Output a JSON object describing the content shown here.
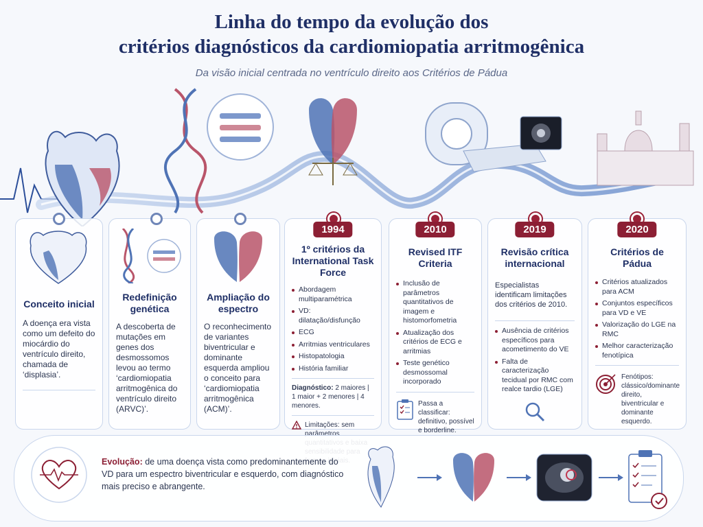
{
  "title": {
    "line1": "Linha do tempo da evolução dos",
    "line2": "critérios diagnósticos da cardiomiopatia arritmogênica"
  },
  "subtitle": "Da visão inicial centrada no ventrículo direito aos Critérios de Pádua",
  "colors": {
    "navy": "#1f2f66",
    "accent": "#8c1f34",
    "rv_blue": "#4f73b5",
    "lv_red": "#b9556a"
  },
  "cards": [
    {
      "title": "Conceito inicial",
      "text": "A doença era vista como um defeito do miocárdio do ventrículo direito, chamada de ‘displasia’.",
      "icon": "heart-illustration-icon"
    },
    {
      "title": "Redefinição genética",
      "text": "A descoberta de mutações em genes dos desmossomos levou ao termo ‘cardiomiopatia arritmogênica do ventrículo direito (ARVC)’.",
      "icon": "dna-icon"
    },
    {
      "title": "Ampliação do espectro",
      "text": "O reconhecimento de variantes biventricular e dominante esquerda ampliou o conceito para ‘cardiomiopatia arritmogênica (ACM)’.",
      "icon": "biventricular-heart-icon"
    },
    {
      "year": "1994",
      "title": "1º critérios da International Task Force",
      "bullets": [
        "Abordagem multiparamétrica",
        "VD: dilatação/disfunção",
        "ECG",
        "Arritmias ventriculares",
        "Histopatologia",
        "História familiar"
      ],
      "diagnosis_label": "Diagnóstico:",
      "diagnosis_text": "2 maiores | 1 maior + 2 menores | 4 menores.",
      "limitations": "Limitações: sem parâmetros quantitativos e baixa sensibilidade para formas iniciais."
    },
    {
      "year": "2010",
      "title": "Revised ITF Criteria",
      "bullets": [
        "Inclusão de parâmetros quantitativos de imagem e histomorfometria",
        "Atualização dos critérios de ECG e arritmias",
        "Teste genético desmossomal incorporado"
      ],
      "classify": "Passa a classificar: definitivo, possível e borderline."
    },
    {
      "year": "2019",
      "title": "Revisão crítica internacional",
      "text": "Especialistas identificam limitações dos critérios de 2010.",
      "bullets": [
        "Ausência de critérios específicos para acometimento do VE",
        "Falta de caracterização tecidual por RMC com realce tardio (LGE)"
      ]
    },
    {
      "year": "2020",
      "title": "Critérios de Pádua",
      "bullets": [
        "Critérios atualizados para ACM",
        "Conjuntos específicos para VD e VE",
        "Valorização do LGE na RMC",
        "Melhor caracterização fenotípica"
      ],
      "phenotypes": "Fenótipos: clássico/dominante direito, biventricular e dominante esquerdo."
    }
  ],
  "evolution": {
    "label": "Evolução:",
    "text": "de uma doença vista como predominantemente do VD para um espectro biventricular e esquerdo, com diagnóstico mais preciso e abrangente."
  }
}
